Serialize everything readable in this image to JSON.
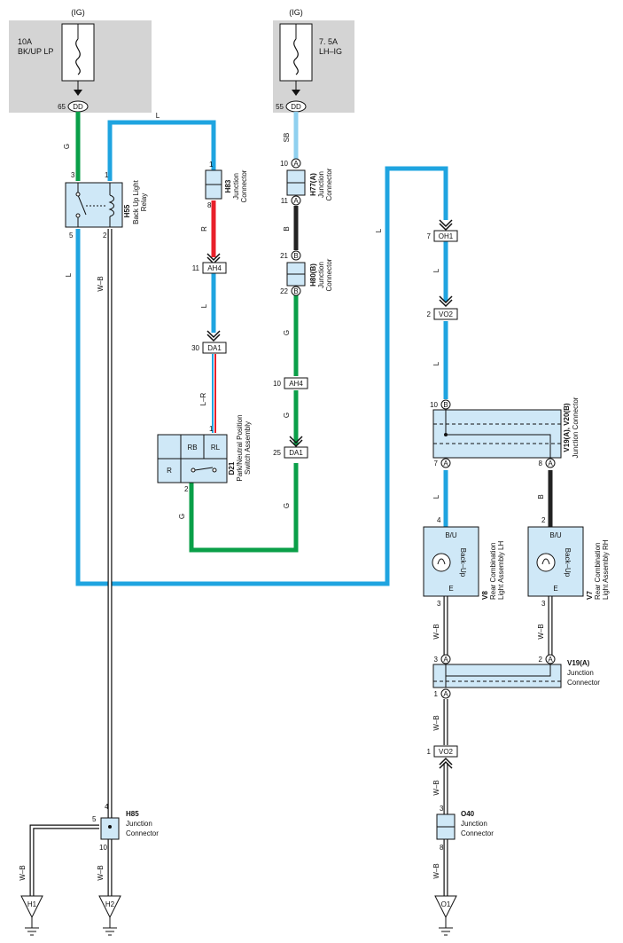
{
  "ig_left": "(IG)",
  "ig_right": "(IG)",
  "fuse_left": {
    "line1": "10A",
    "line2": "BK/UP LP",
    "pin": "65",
    "conn": "DD"
  },
  "fuse_right": {
    "line1": "7. 5A",
    "line2": "LH–IG",
    "pin": "55",
    "conn": "DD"
  },
  "wire_labels": {
    "g": "G",
    "l": "L",
    "sb": "SB",
    "r": "R",
    "b": "B",
    "wb": "W–B",
    "lr": "L–R"
  },
  "h55": {
    "id": "H55",
    "name1": "Back Up Light",
    "name2": "Relay",
    "pins": [
      "3",
      "1",
      "5",
      "2"
    ]
  },
  "h83": {
    "id": "H83",
    "name1": "Junction",
    "name2": "Connector",
    "pins": [
      "1",
      "8"
    ]
  },
  "h77": {
    "id": "H77(A)",
    "name1": "Junction",
    "name2": "Connector",
    "pins": [
      "10",
      "11"
    ],
    "letter": "A"
  },
  "h80": {
    "id": "H80(B)",
    "name1": "Junction",
    "name2": "Connector",
    "pins": [
      "21",
      "22"
    ],
    "letter": "B"
  },
  "ah4": {
    "name": "AH4",
    "pins": [
      "11",
      "10"
    ]
  },
  "da1": {
    "name": "DA1",
    "pins": [
      "30",
      "25"
    ]
  },
  "oh1": {
    "name": "OH1",
    "pin": "7"
  },
  "vo2": {
    "name": "VO2",
    "pins": [
      "2",
      "1"
    ]
  },
  "d21": {
    "id": "D21",
    "name1": "Park/Neutral Position",
    "name2": "Switch Assembly",
    "cells": [
      "RB",
      "RL",
      "R"
    ],
    "pins": [
      "1",
      "2"
    ]
  },
  "v19v20": {
    "id": "V19(A), V20(B)",
    "name": "Junction Connector",
    "pins": [
      "10",
      "7",
      "8"
    ],
    "letters": [
      "B",
      "A",
      "A"
    ]
  },
  "v8": {
    "id": "V8",
    "name1": "Rear Combination",
    "name2": "Light Assembly LH",
    "top": "B/U",
    "bulb": "Back–Up",
    "bottom": "E",
    "pins": [
      "4",
      "3"
    ]
  },
  "v7": {
    "id": "V7",
    "name1": "Rear Combination",
    "name2": "Light Assembly RH",
    "top": "B/U",
    "bulb": "Back–Up",
    "bottom": "E",
    "pins": [
      "2",
      "3"
    ]
  },
  "v19a": {
    "id": "V19(A)",
    "name1": "Junction",
    "name2": "Connector",
    "pins": [
      "3",
      "2",
      "1"
    ],
    "letter": "A"
  },
  "h85": {
    "id": "H85",
    "name1": "Junction",
    "name2": "Connector",
    "pins": [
      "4",
      "5",
      "10"
    ]
  },
  "o40": {
    "id": "O40",
    "name1": "Junction",
    "name2": "Connector",
    "pins": [
      "3",
      "8"
    ]
  },
  "grounds": [
    "H1",
    "H2",
    "O1"
  ],
  "colors": {
    "green": "#0a9f48",
    "blue": "#1fa4e0",
    "lightblue": "#8fd0ef",
    "red": "#e8202a",
    "black": "#222222",
    "fusebox": "#d4d4d4",
    "component": "#cfe8f7"
  }
}
